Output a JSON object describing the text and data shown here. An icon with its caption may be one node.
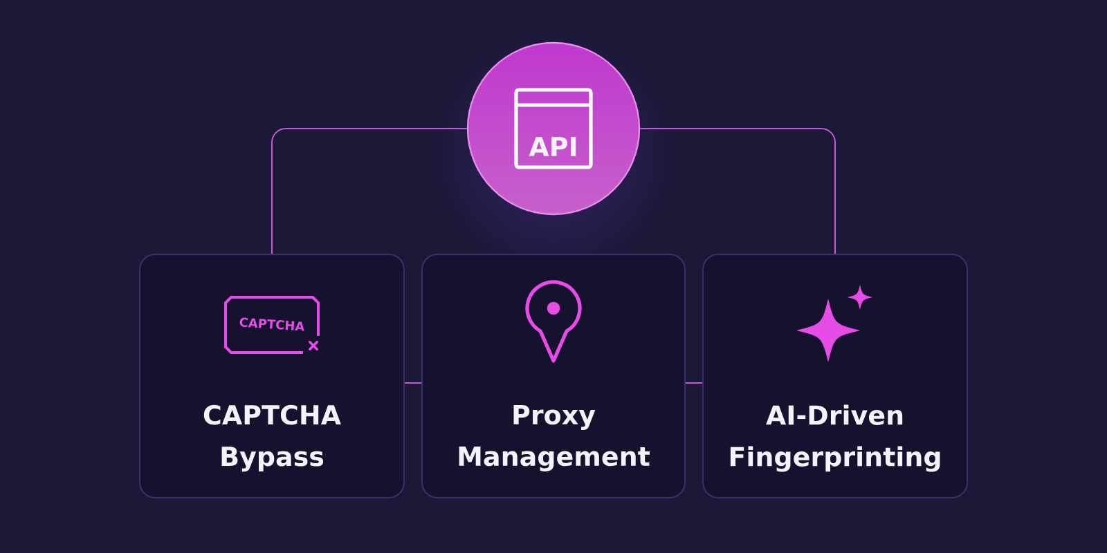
{
  "diagram": {
    "nodes": [
      {
        "text": [
          "API"
        ]
      },
      {
        "text": [
          "CAPTCHA Bypass"
        ]
      },
      {
        "text": [
          "Proxy Management"
        ]
      },
      {
        "text": [
          "AI-Driven Fingerprinting"
        ]
      }
    ],
    "edges": [
      {
        "from": 0,
        "to": 1,
        "arrow": "none"
      },
      {
        "from": 0,
        "to": 3,
        "arrow": "none"
      },
      {
        "from": 1,
        "to": 2,
        "arrow": "none"
      },
      {
        "from": 2,
        "to": 3,
        "arrow": "none"
      }
    ],
    "labels": [
      "CAPTCHA"
    ]
  }
}
